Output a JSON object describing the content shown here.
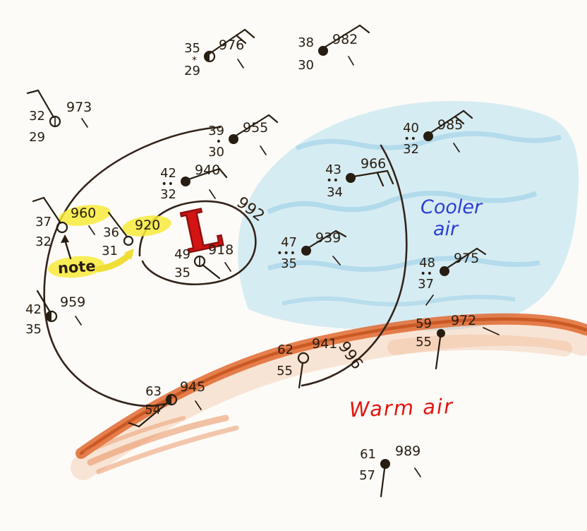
{
  "map": {
    "type": "hand-drawn surface weather map with station plots",
    "labels": {
      "cooler_lines": [
        "Cooler",
        "air"
      ],
      "warm_air": "Warm air",
      "note": "note",
      "low_symbol": "L",
      "isobar_inner": "992",
      "isobar_outer": "996"
    },
    "colors": {
      "ink": "#271d11",
      "cool_shade": "#a8d9ee",
      "cool_text": "#2b3fd6",
      "warm_front": "#e06a30",
      "warm_text": "#e4150e",
      "low_red": "#d31414",
      "highlight_yellow": "#f7ea3a"
    },
    "stations": [
      {
        "temp": "35",
        "weather": "*",
        "dew": "29",
        "pressure": "976",
        "symbol": "half-shaded"
      },
      {
        "temp": "38",
        "dew": "30",
        "pressure": "982",
        "symbol": "filled"
      },
      {
        "temp": "32",
        "dew": "29",
        "pressure": "973",
        "symbol": "circle-slash"
      },
      {
        "temp": "39",
        "weather": "•",
        "dew": "30",
        "pressure": "955",
        "symbol": "filled"
      },
      {
        "temp": "40",
        "weather": "••",
        "dew": "32",
        "pressure": "985",
        "symbol": "filled"
      },
      {
        "temp": "42",
        "weather": "••",
        "dew": "32",
        "pressure": "940",
        "symbol": "filled"
      },
      {
        "temp": "43",
        "weather": "••",
        "dew": "34",
        "pressure": "966",
        "symbol": "filled"
      },
      {
        "temp": "37",
        "dew": "32",
        "pressure": "960",
        "symbol": "open",
        "highlighted": true
      },
      {
        "temp": "36",
        "dew": "31",
        "pressure": "920",
        "symbol": "open",
        "highlighted": true
      },
      {
        "temp": "49",
        "dew": "35",
        "pressure": "918",
        "symbol": "circle-slash"
      },
      {
        "temp": "47",
        "weather": "•••",
        "dew": "35",
        "pressure": "939",
        "symbol": "filled"
      },
      {
        "temp": "48",
        "weather": "••",
        "dew": "37",
        "pressure": "975",
        "symbol": "filled"
      },
      {
        "temp": "42",
        "dew": "35",
        "pressure": "959",
        "symbol": "half-shaded"
      },
      {
        "temp": "62",
        "dew": "55",
        "pressure": "941",
        "symbol": "open"
      },
      {
        "temp": "59",
        "dew": "55",
        "pressure": "972",
        "symbol": "filled"
      },
      {
        "temp": "63",
        "dew": "54",
        "pressure": "945",
        "symbol": "half-shaded"
      },
      {
        "temp": "61",
        "dew": "57",
        "pressure": "989",
        "symbol": "filled"
      }
    ]
  }
}
